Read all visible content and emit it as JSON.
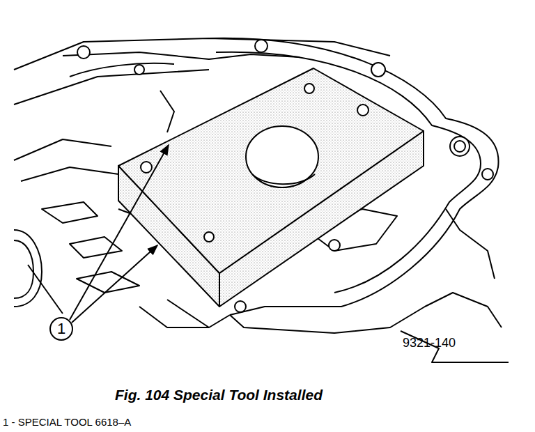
{
  "diagram": {
    "caption": "Fig. 104 Special Tool Installed",
    "nodes": [
      {
        "text": [
          "1"
        ]
      }
    ],
    "labels": [
      "9321-140",
      "1 - SPECIAL TOOL 6618–A"
    ]
  }
}
